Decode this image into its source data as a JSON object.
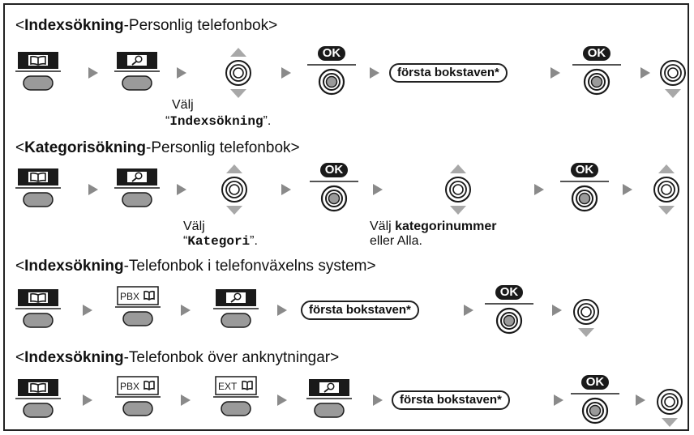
{
  "sections": [
    {
      "prefix": "<",
      "bold": "Indexsökning",
      "rest": "-Personlig telefonbok>"
    },
    {
      "prefix": "<",
      "bold": "Kategorisökning",
      "rest": "-Personlig telefonbok>"
    },
    {
      "prefix": "<",
      "bold": "Indexsökning",
      "rest": "-Telefonbok i telefonväxelns system>"
    },
    {
      "prefix": "<",
      "bold": "Indexsökning",
      "rest": "-Telefonbok över anknytningar>"
    }
  ],
  "keys": {
    "ok": "OK",
    "pbx": "PBX",
    "ext": "EXT",
    "first_letter": "första bokstaven*"
  },
  "notes": {
    "valj": "Välj",
    "indexsokning_value": "Indexsökning",
    "kategori_value": "Kategori",
    "valj_kategori_prefix": "Välj ",
    "valj_kategori_bold": "kategorinummer",
    "eller_alla": "eller Alla.",
    "quote_open": "“",
    "quote_close": "”."
  }
}
